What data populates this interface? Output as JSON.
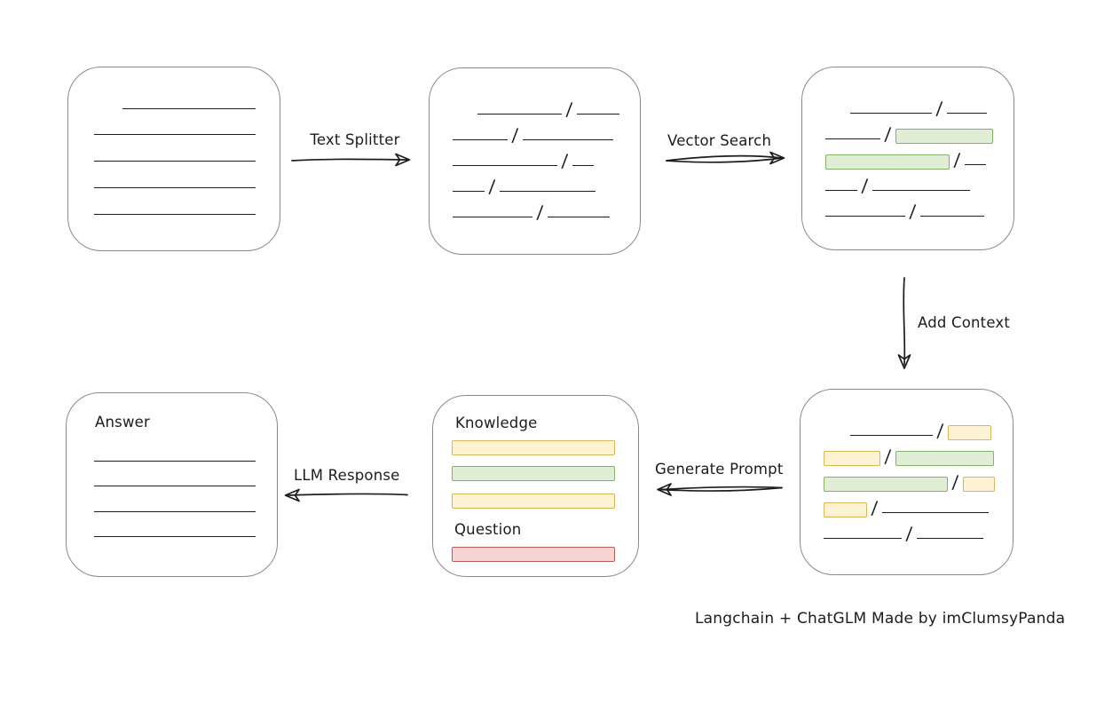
{
  "caption": "Langchain + ChatGLM Made by imClumsyPanda",
  "labels": {
    "text_splitter": "Text Splitter",
    "vector_search": "Vector Search",
    "add_context": "Add Context",
    "generate_prompt": "Generate Prompt",
    "llm_response": "LLM Response"
  },
  "prompt_box": {
    "knowledge_label": "Knowledge",
    "question_label": "Question",
    "knowledge_bars": [
      "yellow",
      "green",
      "yellow"
    ],
    "question_bar": "red"
  },
  "answer_box": {
    "label": "Answer",
    "line_count": 4
  },
  "document_box": {
    "line_count": 5
  },
  "colors": {
    "ink": "#1c1c1c",
    "box_stroke": "#8a8a8a",
    "green_fill": "#dfeed5",
    "green_stroke": "#82b366",
    "yellow_fill": "#fdf2d1",
    "yellow_stroke": "#d9b659",
    "red_fill": "#f7d5d2",
    "red_stroke": "#bd5a55"
  },
  "chunk_boxes": {
    "split": {
      "rows": [
        [
          {
            "t": "indent",
            "w": 28
          },
          {
            "t": "line",
            "w": 95
          },
          {
            "t": "slash"
          },
          {
            "t": "line",
            "w": 48
          }
        ],
        [
          {
            "t": "line",
            "w": 62
          },
          {
            "t": "slash"
          },
          {
            "t": "line",
            "w": 102
          }
        ],
        [
          {
            "t": "line",
            "w": 118
          },
          {
            "t": "slash"
          },
          {
            "t": "line",
            "w": 24
          }
        ],
        [
          {
            "t": "line",
            "w": 36
          },
          {
            "t": "slash"
          },
          {
            "t": "line",
            "w": 108
          }
        ],
        [
          {
            "t": "line",
            "w": 90
          },
          {
            "t": "slash"
          },
          {
            "t": "line",
            "w": 70
          }
        ]
      ]
    },
    "vector": {
      "rows": [
        [
          {
            "t": "indent",
            "w": 28
          },
          {
            "t": "line",
            "w": 92
          },
          {
            "t": "slash"
          },
          {
            "t": "line",
            "w": 45
          }
        ],
        [
          {
            "t": "line",
            "w": 62
          },
          {
            "t": "slash"
          },
          {
            "t": "chunk-green",
            "w": 108
          }
        ],
        [
          {
            "t": "chunk-green",
            "w": 138
          },
          {
            "t": "slash"
          },
          {
            "t": "line",
            "w": 24
          }
        ],
        [
          {
            "t": "line",
            "w": 36
          },
          {
            "t": "slash"
          },
          {
            "t": "line",
            "w": 110
          }
        ],
        [
          {
            "t": "line",
            "w": 90
          },
          {
            "t": "slash"
          },
          {
            "t": "line",
            "w": 72
          }
        ]
      ]
    },
    "context": {
      "rows": [
        [
          {
            "t": "indent",
            "w": 30
          },
          {
            "t": "line",
            "w": 93
          },
          {
            "t": "slash"
          },
          {
            "t": "chunk-yellow",
            "w": 47
          }
        ],
        [
          {
            "t": "chunk-yellow",
            "w": 62
          },
          {
            "t": "slash"
          },
          {
            "t": "chunk-green",
            "w": 109
          }
        ],
        [
          {
            "t": "chunk-green",
            "w": 138
          },
          {
            "t": "slash"
          },
          {
            "t": "chunk-yellow",
            "w": 34
          }
        ],
        [
          {
            "t": "chunk-yellow",
            "w": 47
          },
          {
            "t": "slash"
          },
          {
            "t": "line",
            "w": 120
          }
        ],
        [
          {
            "t": "line",
            "w": 88
          },
          {
            "t": "slash"
          },
          {
            "t": "line",
            "w": 75
          }
        ]
      ]
    }
  }
}
